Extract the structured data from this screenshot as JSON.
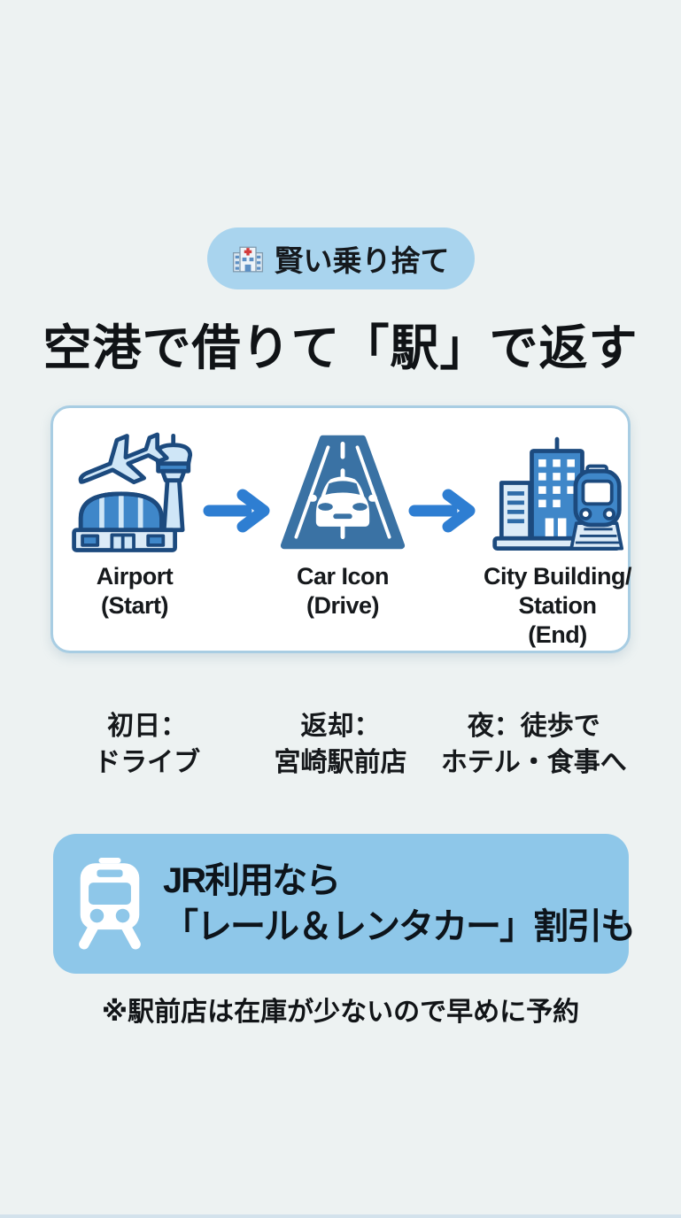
{
  "colors": {
    "background": "#edf2f2",
    "badge_bg": "#a9d4ee",
    "card_bg": "#ffffff",
    "card_border": "#a8cde3",
    "arrow_blue": "#2e7ed2",
    "highlight_bg": "#8ec7e9",
    "icon_outline_navy": "#1c4a7e",
    "icon_mid_blue": "#3f87c9",
    "icon_light_blue": "#cfe6f7",
    "road_blue": "#3a72a4",
    "text_dark": "#14181c"
  },
  "badge": {
    "icon": "hospital-icon",
    "label": "賢い乗り捨て"
  },
  "heading": {
    "text": "空港で借りて「駅」で返す"
  },
  "flow_card": {
    "steps": [
      {
        "icon": "airport-icon",
        "label_lines": [
          "Airport",
          "(Start)"
        ]
      },
      {
        "icon": "car-road-icon",
        "label_lines": [
          "Car Icon",
          "(Drive)"
        ]
      },
      {
        "icon": "city-station-icon",
        "label_lines": [
          "City Building/",
          "Station",
          "(End)"
        ]
      }
    ],
    "arrow_icon": "arrow-right-icon"
  },
  "details": [
    {
      "lines": [
        "初日：",
        "ドライブ"
      ]
    },
    {
      "lines": [
        "返却：",
        "宮崎駅前店"
      ]
    },
    {
      "lines": [
        "夜：徒歩で",
        "ホテル・食事へ"
      ]
    }
  ],
  "highlight_box": {
    "icon": "train-icon",
    "lines": [
      "JR利用なら",
      "「レール＆レンタカー」割引も"
    ]
  },
  "footnote": "※駅前店は在庫が少ないので早めに予約"
}
